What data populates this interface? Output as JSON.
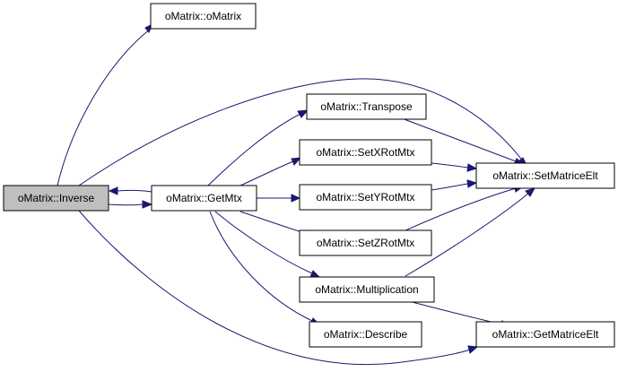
{
  "graph": {
    "edge_color": "#191970",
    "root_fill": "#bfbfbf",
    "nodes": {
      "inverse": "oMatrix::Inverse",
      "omatrix": "oMatrix::oMatrix",
      "transpose": "oMatrix::Transpose",
      "getmtx": "oMatrix::GetMtx",
      "setxrotmtx": "oMatrix::SetXRotMtx",
      "setyrotmtx": "oMatrix::SetYRotMtx",
      "setzrotmtx": "oMatrix::SetZRotMtx",
      "setmatriceelt": "oMatrix::SetMatriceElt",
      "multiplication": "oMatrix::Multiplication",
      "describe": "oMatrix::Describe",
      "getmatriceelt": "oMatrix::GetMatriceElt"
    }
  }
}
